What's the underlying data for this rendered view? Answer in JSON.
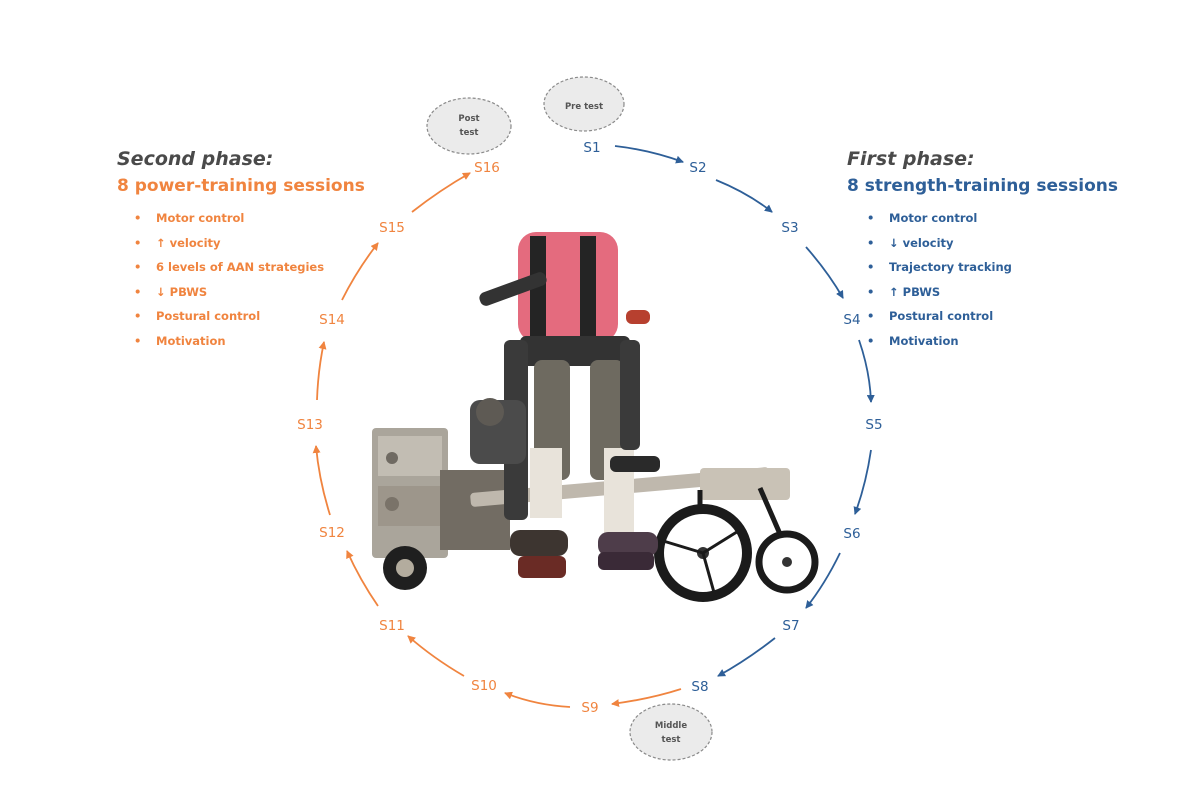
{
  "first_phase": {
    "title": "First phase:",
    "subtitle": "8 strength-training sessions",
    "items": [
      "Motor control",
      "↓ velocity",
      "Trajectory tracking",
      "↑ PBWS",
      "Postural control",
      "Motivation"
    ]
  },
  "second_phase": {
    "title": "Second phase:",
    "subtitle": "8 power-training sessions",
    "items": [
      "Motor control",
      "↑ velocity",
      "6 levels of AAN strategies",
      "↓ PBWS",
      "Postural control",
      "Motivation"
    ]
  },
  "tests": {
    "pre": [
      "Pre test"
    ],
    "middle": [
      "Middle",
      "test"
    ],
    "post": [
      "Post",
      "test"
    ]
  },
  "sessions": [
    "S1",
    "S2",
    "S3",
    "S4",
    "S5",
    "S6",
    "S7",
    "S8",
    "S9",
    "S10",
    "S11",
    "S12",
    "S13",
    "S14",
    "S15",
    "S16"
  ],
  "colors": {
    "first_phase": "#2e5f98",
    "second_phase": "#f0843f",
    "text_dark": "#4a4a4a",
    "ellipse_fill": "#ebebeb",
    "ellipse_stroke": "#8a8a8a"
  }
}
